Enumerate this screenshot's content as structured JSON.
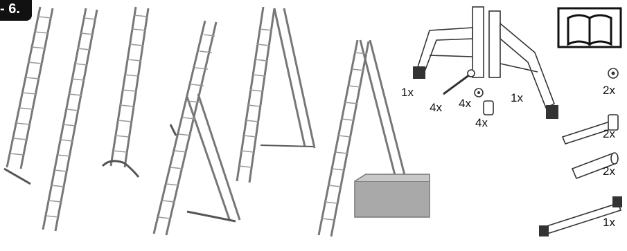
{
  "step": {
    "label": "- 6."
  },
  "quantities": {
    "left_leg": "1x",
    "right_leg": "1x",
    "bolt_small": "4x",
    "nut_small": "4x",
    "sleeve_small": "4x",
    "nut_right": "2x",
    "bolt_right": "2x",
    "tube_right": "2x",
    "crossbar": "1x"
  },
  "icons": [
    "manual-book-icon"
  ]
}
